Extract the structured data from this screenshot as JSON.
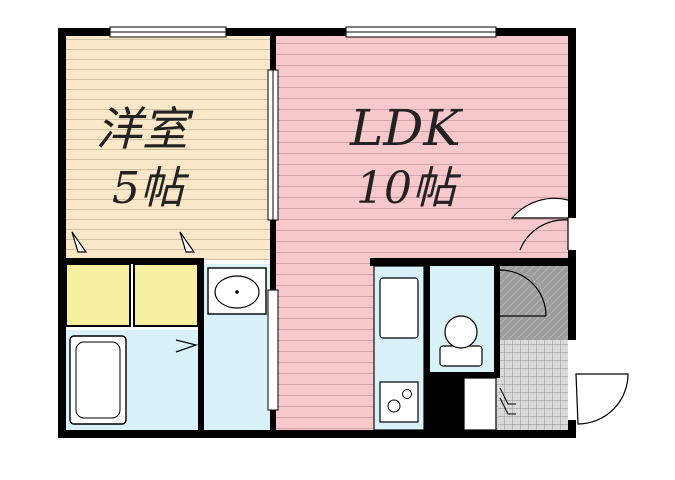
{
  "rooms": {
    "western_room": {
      "name": "洋室",
      "size": "5帖"
    },
    "ldk": {
      "name": "LDK",
      "size": "10帖"
    }
  },
  "colors": {
    "wall": "#000000",
    "western_floor": "#fbe8c8",
    "ldk_floor": "#f7c9cc",
    "wet_area": "#d9f1f8",
    "storage": "#f7f0a0",
    "entrance_floor": "#9d9d9d",
    "genkan_tile": "#cfcfcf"
  },
  "icons": [
    "washbasin-icon",
    "toilet-icon",
    "stove-icon",
    "sink-icon",
    "bathtub-icon",
    "door-swing-icon",
    "window-icon"
  ]
}
